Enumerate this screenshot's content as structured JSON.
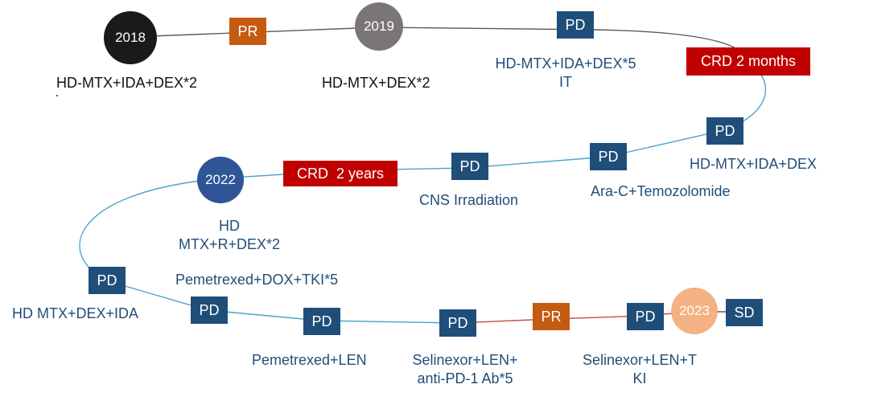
{
  "colors": {
    "year_2018": "#1a1a1a",
    "year_2019": "#7a7677",
    "year_2022": "#2f5597",
    "year_2023": "#f4b183",
    "pd_box": "#1f4e79",
    "pr_box": "#c55a11",
    "crd_box": "#c00000",
    "line_gray": "#595959",
    "line_blue": "#4aa3cf",
    "line_red": "#c0504d"
  },
  "years": {
    "y2018": "2018",
    "y2019": "2019",
    "y2022": "2022",
    "y2023": "2023"
  },
  "responses": {
    "pr1": "PR",
    "pd1": "PD",
    "crd1": "CRD 2 months",
    "pd2": "PD",
    "pd3": "PD",
    "pd4": "PD",
    "crd2": "CRD  2 years",
    "pd5": "PD",
    "pd6": "PD",
    "pd7": "PD",
    "pd8": "PD",
    "pr2": "PR",
    "pd9": "PD",
    "sd": "SD"
  },
  "treatments": {
    "t1": "HD-MTX+IDA+DEX*2",
    "t2": "HD-MTX+DEX*2",
    "t3_line1": "HD-MTX+IDA+DEX*5",
    "t3_line2": "IT",
    "t4": "HD-MTX+IDA+DEX",
    "t5": "Ara-C+Temozolomide",
    "t6": "CNS Irradiation",
    "t7_line1": "HD",
    "t7_line2": "MTX+R+DEX*2",
    "t8": "Pemetrexed+DOX+TKI*5",
    "t9": "HD MTX+DEX+IDA",
    "t10": "Pemetrexed+LEN",
    "t11_line1": "Selinexor+LEN+",
    "t11_line2": "anti-PD-1 Ab*5",
    "t12_line1": "Selinexor+LEN+T",
    "t12_line2": "KI"
  }
}
